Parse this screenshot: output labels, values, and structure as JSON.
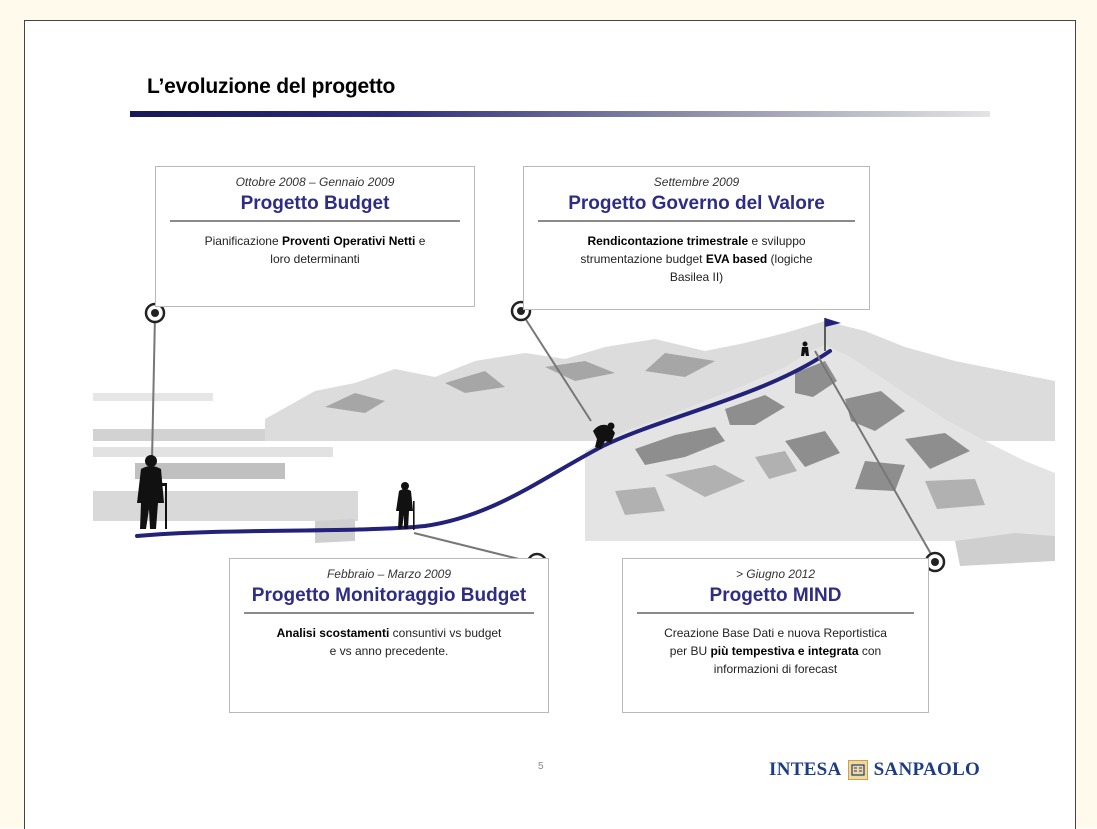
{
  "slide": {
    "title": "L’evoluzione del progetto",
    "page_number": "5",
    "logo": {
      "left": "INTESA",
      "right": "SANPAOLO",
      "brand_color": "#1d3c86"
    },
    "colors": {
      "accent": "#2e2d83",
      "path": "#23217a"
    },
    "milestones": [
      {
        "date": "Ottobre 2008 – Gennaio 2009",
        "name": "Progetto Budget",
        "d1": "Pianificazione ",
        "d1b": "Proventi Operativi Netti",
        "d2": " e",
        "d3": "loro determinanti"
      },
      {
        "date": "Settembre 2009",
        "name": "Progetto Governo del Valore",
        "d1b": "Rendicontazione trimestrale",
        "d2": " e sviluppo",
        "d3": "strumentazione budget ",
        "d3b": "EVA based",
        "d4": " (logiche",
        "d5": "Basilea II)"
      },
      {
        "date": "Febbraio – Marzo 2009",
        "name": "Progetto Monitoraggio Budget",
        "d1b": "Analisi scostamenti",
        "d2": " consuntivi vs budget",
        "d3": "e vs anno precedente."
      },
      {
        "date": "> Giugno 2012",
        "name": "Progetto MIND",
        "d1": "Creazione Base Dati e nuova Reportistica",
        "d2": "per BU ",
        "d2b": "più tempestiva e integrata",
        "d3": " con",
        "d4": "informazioni di forecast"
      }
    ]
  }
}
